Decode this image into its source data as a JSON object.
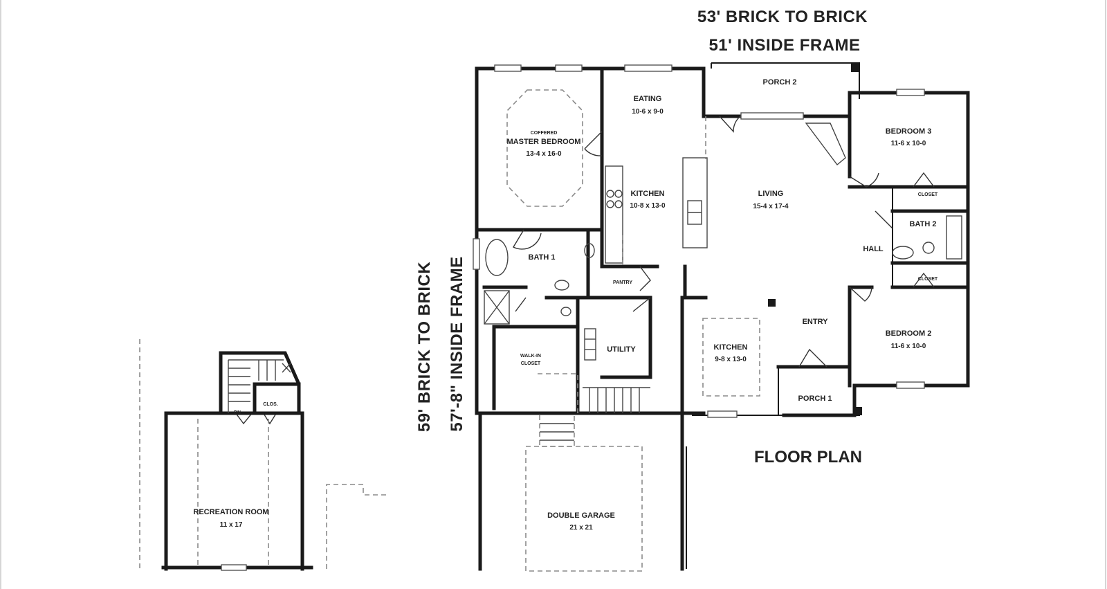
{
  "dimensions": {
    "width_brick": "53' BRICK TO BRICK",
    "width_frame": "51' INSIDE FRAME",
    "depth_brick": "59' BRICK TO BRICK",
    "depth_frame": "57'-8\" INSIDE FRAME"
  },
  "plan_title": "FLOOR PLAN",
  "rooms": {
    "eating": {
      "name": "EATING",
      "size": "10-6 x 9-0"
    },
    "master_bedroom": {
      "note": "COFFERED",
      "name": "MASTER BEDROOM",
      "size": "13-4 x 16-0"
    },
    "kitchen": {
      "name": "KITCHEN",
      "size": "10-8 x 13-0"
    },
    "living": {
      "name": "LIVING",
      "size": "15-4 x 17-4"
    },
    "bedroom3": {
      "name": "BEDROOM 3",
      "size": "11-6 x 10-0"
    },
    "closet_upper": {
      "name": "CLOSET"
    },
    "bath2": {
      "name": "BATH 2"
    },
    "hall": {
      "name": "HALL"
    },
    "closet_lower": {
      "name": "CLOSET"
    },
    "bath1": {
      "name": "BATH 1"
    },
    "pantry": {
      "name": "PANTRY"
    },
    "utility": {
      "name": "UTILITY"
    },
    "walkin_closet": {
      "name_line1": "WALK-IN",
      "name_line2": "CLOSET"
    },
    "kitchen2": {
      "name": "KITCHEN",
      "size": "9-8 x 13-0"
    },
    "entry": {
      "name": "ENTRY"
    },
    "bedroom2": {
      "name": "BEDROOM 2",
      "size": "11-6 x 10-0"
    },
    "porch1": {
      "name": "PORCH 1"
    },
    "porch2": {
      "name": "PORCH 2"
    },
    "double_garage": {
      "name": "DOUBLE GARAGE",
      "size": "21 x 21"
    },
    "recreation_room": {
      "name": "RECREATION ROOM",
      "size": "11 x 17"
    },
    "stair_dn": {
      "name": "DN"
    },
    "stair_clos": {
      "name": "CLOS."
    }
  },
  "colors": {
    "wall": "#1a1a1a",
    "dashed": "#8a8a8a",
    "background": "#ffffff"
  }
}
